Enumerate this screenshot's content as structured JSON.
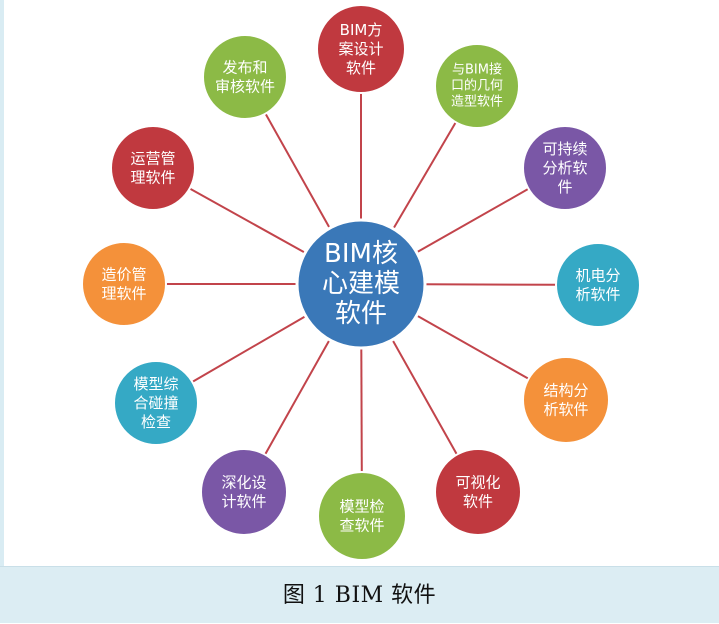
{
  "center": {
    "lines": [
      "BIM核",
      "心建模",
      "软件"
    ],
    "color": "#3a78b8"
  },
  "nodes": [
    {
      "key": "bim-scheme-design",
      "lines": [
        "BIM方",
        "案设计",
        "软件"
      ],
      "color": "#c0393f"
    },
    {
      "key": "geometry-modeling",
      "lines": [
        "与BIM接",
        "口的几何",
        "造型软件"
      ],
      "color": "#8cba46"
    },
    {
      "key": "sustainability-analysis",
      "lines": [
        "可持续",
        "分析软",
        "件"
      ],
      "color": "#7a57a6"
    },
    {
      "key": "mep-analysis",
      "lines": [
        "机电分",
        "析软件"
      ],
      "color": "#35a9c5"
    },
    {
      "key": "structural-analysis",
      "lines": [
        "结构分",
        "析软件"
      ],
      "color": "#f4913a"
    },
    {
      "key": "visualization",
      "lines": [
        "可视化",
        "软件"
      ],
      "color": "#c0393f"
    },
    {
      "key": "model-check",
      "lines": [
        "模型检",
        "查软件"
      ],
      "color": "#8cba46"
    },
    {
      "key": "detailed-design",
      "lines": [
        "深化设",
        "计软件"
      ],
      "color": "#7a57a6"
    },
    {
      "key": "clash-detection",
      "lines": [
        "模型综",
        "合碰撞",
        "检查"
      ],
      "color": "#35a9c5"
    },
    {
      "key": "cost-management",
      "lines": [
        "造价管",
        "理软件"
      ],
      "color": "#f4913a"
    },
    {
      "key": "operations-management",
      "lines": [
        "运营管",
        "理软件"
      ],
      "color": "#c0393f"
    },
    {
      "key": "publish-review",
      "lines": [
        "发布和",
        "审核软件"
      ],
      "color": "#8cba46"
    }
  ],
  "connector_color": "#c2444b",
  "caption": "图 1 BIM 软件"
}
